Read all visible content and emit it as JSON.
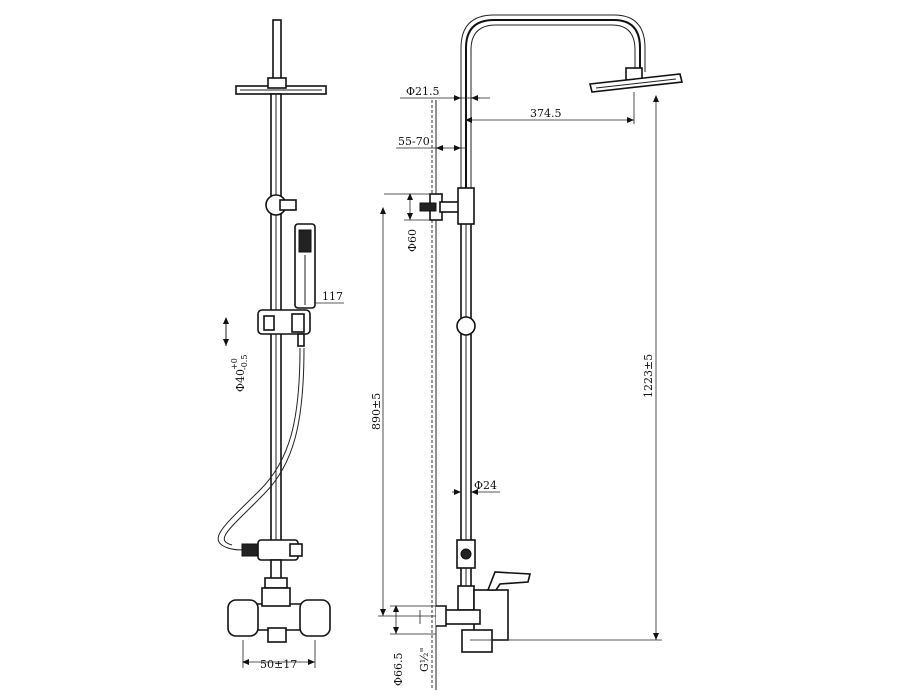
{
  "front_view": {
    "handheld_offset": "117",
    "slider_range": "Φ40",
    "slider_tolerance_upper": "+0",
    "slider_tolerance_lower": "-0.5",
    "mixer_spacing": "50±17"
  },
  "side_view": {
    "arm_diameter": "Φ21.5",
    "arm_reach": "374.5",
    "wall_distance": "55-70",
    "bracket_diameter": "Φ60",
    "mixer_height": "890±5",
    "total_height": "1223±5",
    "riser_diameter": "Φ24",
    "inlet_diameter": "Φ66.5",
    "thread_size": "G½\""
  }
}
